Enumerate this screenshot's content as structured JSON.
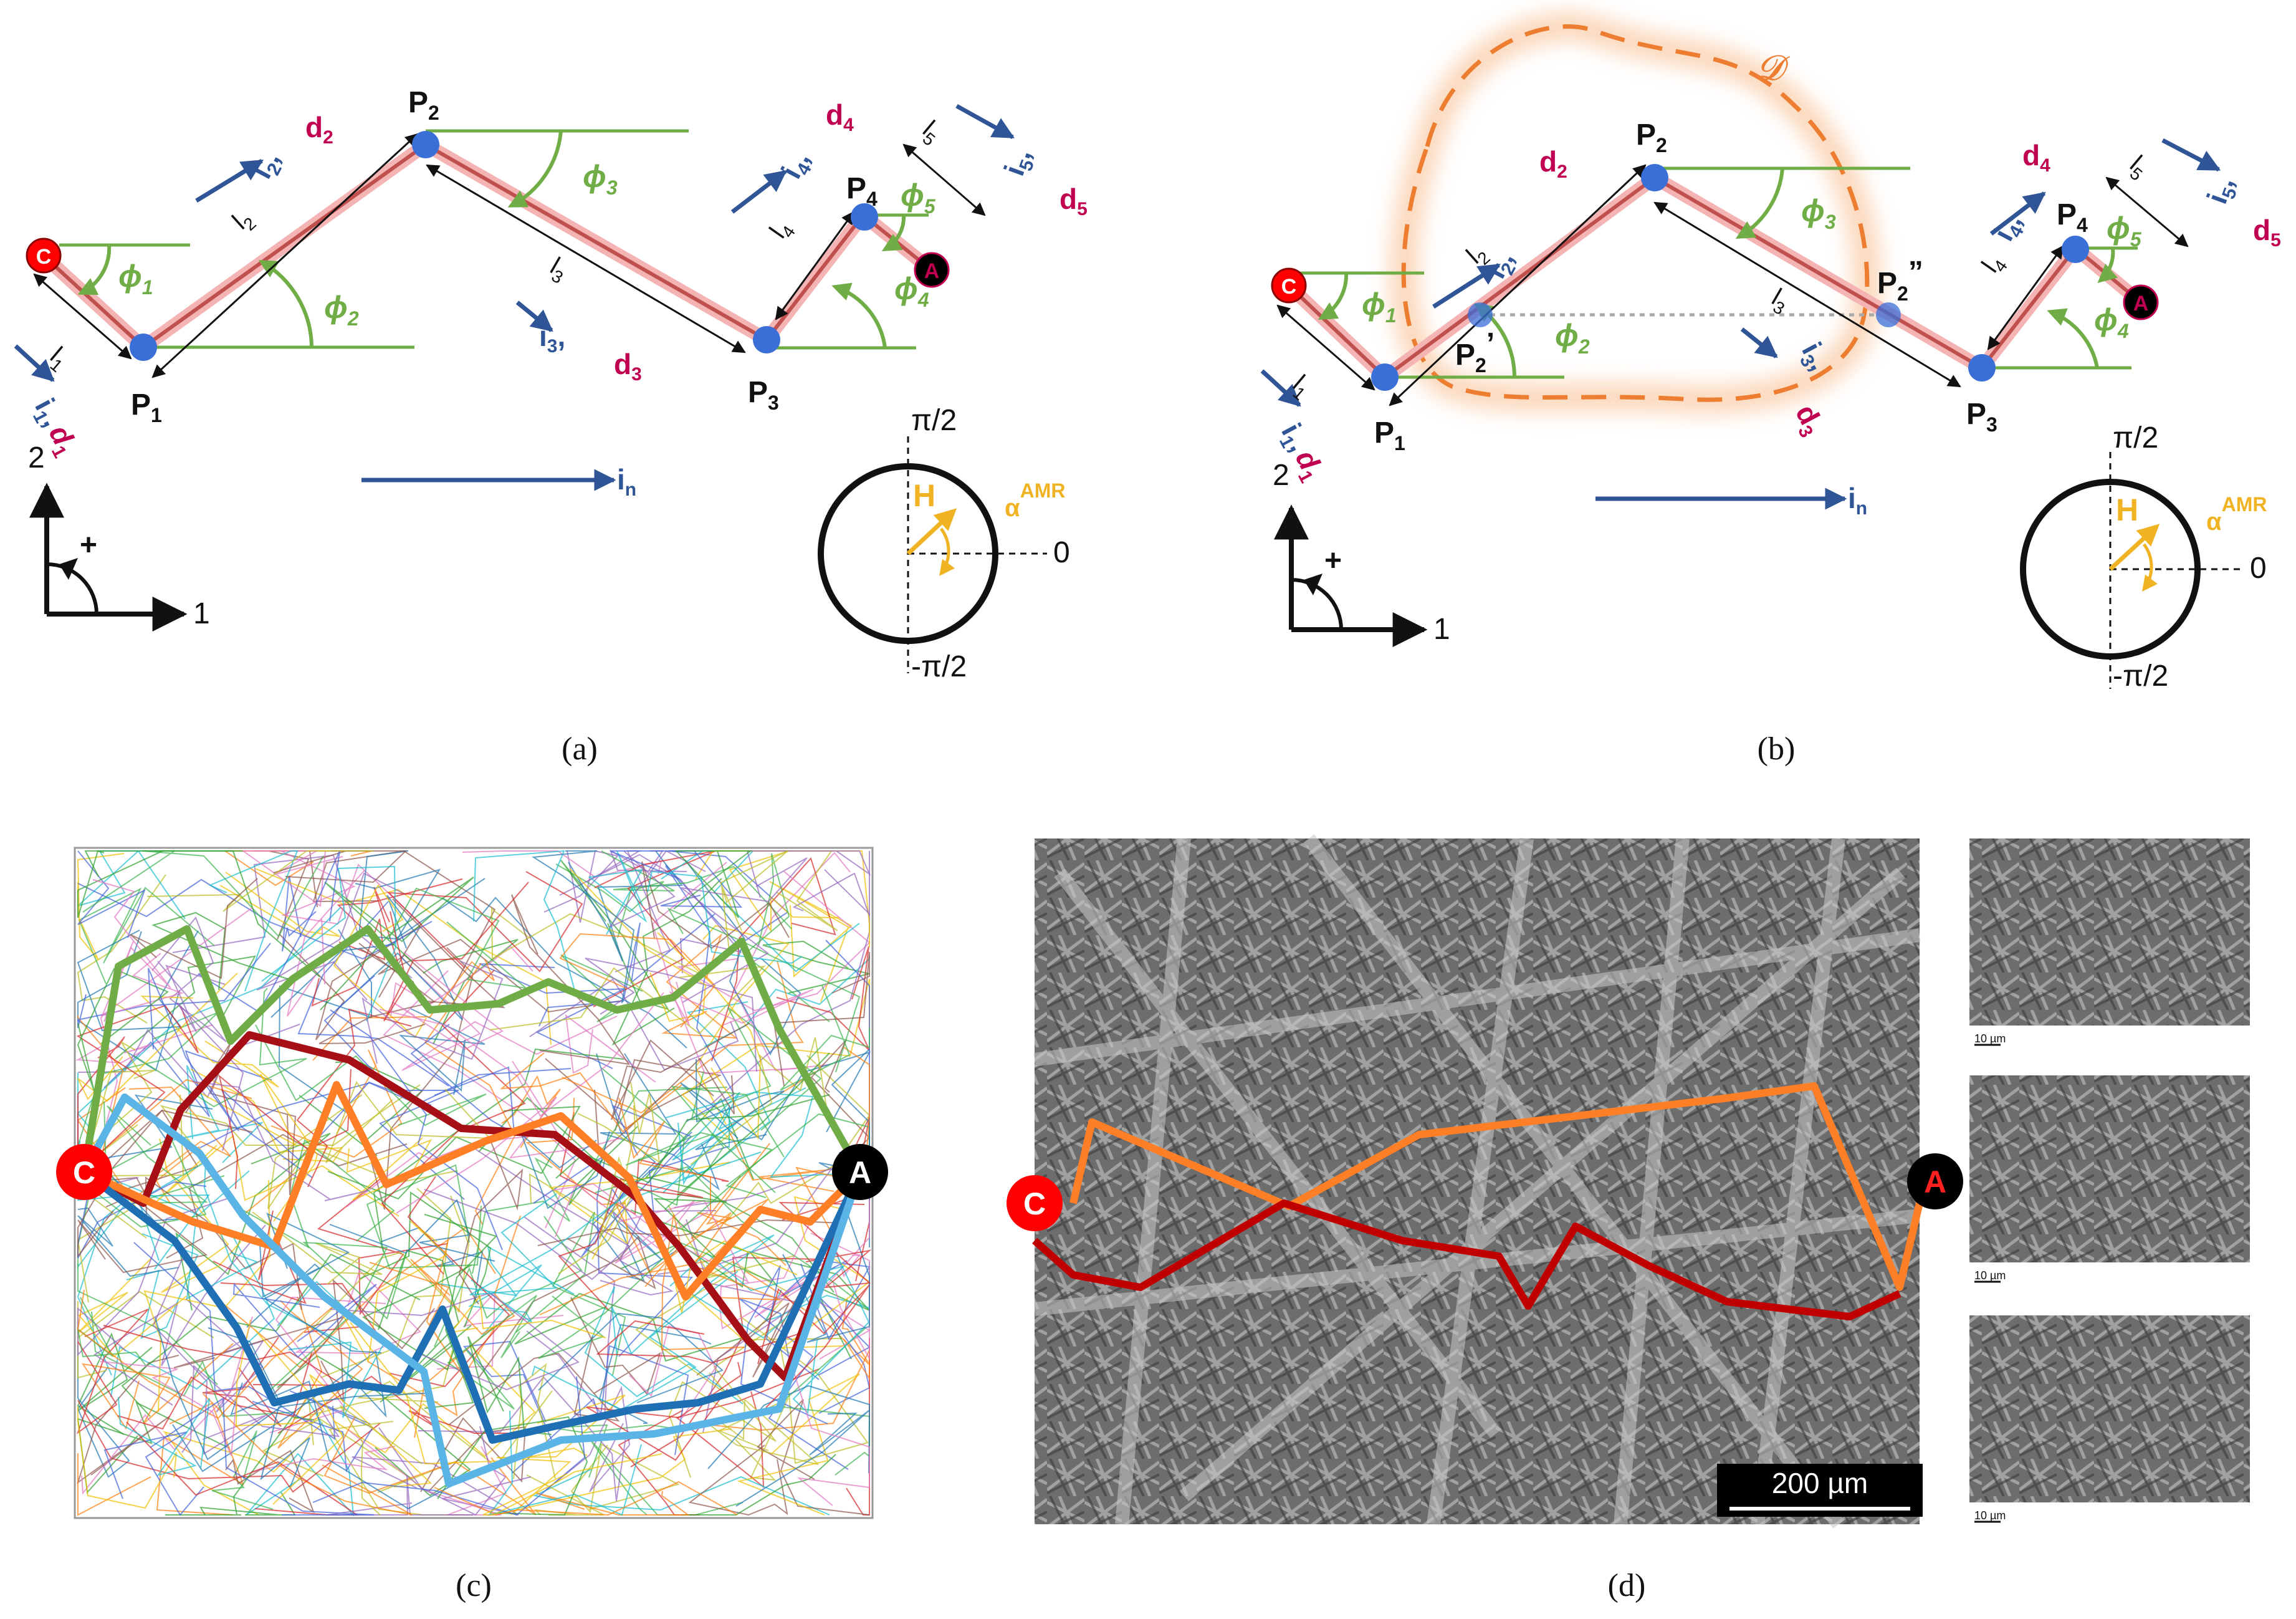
{
  "panel_a": {
    "caption": "(a)",
    "points": [
      "P",
      "P",
      "P",
      "P"
    ],
    "point_subs": [
      "1",
      "2",
      "3",
      "4"
    ],
    "cathode": "C",
    "anode": "A",
    "phi": [
      "ϕ",
      "ϕ",
      "ϕ",
      "ϕ",
      "ϕ"
    ],
    "phi_subs": [
      "1",
      "2",
      "3",
      "4",
      "5"
    ],
    "l": [
      "l",
      "l",
      "l",
      "l",
      "l"
    ],
    "l_subs": [
      "1",
      "2",
      "3",
      "4",
      "5"
    ],
    "i": [
      "i",
      "i",
      "i",
      "i",
      "i"
    ],
    "i_subs": [
      "1",
      "2",
      "3",
      "4",
      "5"
    ],
    "d": [
      "d",
      "d",
      "d",
      "d",
      "d"
    ],
    "d_subs": [
      "1",
      "2",
      "3",
      "4",
      "5"
    ],
    "comma": ",",
    "i_n": "i",
    "i_n_sub": "n",
    "axis_1": "1",
    "axis_2": "2",
    "axis_plus": "+",
    "circle_top": "π/2",
    "circle_bottom": "-π/2",
    "circle_zero": "0",
    "H": "H",
    "alpha": "α",
    "alpha_sup": "AMR"
  },
  "panel_b": {
    "caption": "(b)",
    "domain_label": "𝓓",
    "p2_prime": "P",
    "p2_prime_sub": "2",
    "prime": "’",
    "double_prime": "”"
  },
  "panel_c": {
    "caption": "(c)",
    "cathode": "C",
    "anode": "A"
  },
  "panel_d": {
    "caption": "(d)",
    "cathode": "C",
    "anode": "A",
    "scale_bar": "200 µm",
    "thumb_scale": [
      "10 µm",
      "10 µm",
      "10 µm"
    ]
  },
  "colors": {
    "blue_arrow": "#2f5597",
    "green": "#70ad47",
    "magenta": "#c00050",
    "fiber": "#c0504d",
    "point": "#3a6fd8",
    "yellow": "#f0b323",
    "orange": "#ed7d31",
    "cathode": "#ff0000",
    "anode": "#000000"
  }
}
